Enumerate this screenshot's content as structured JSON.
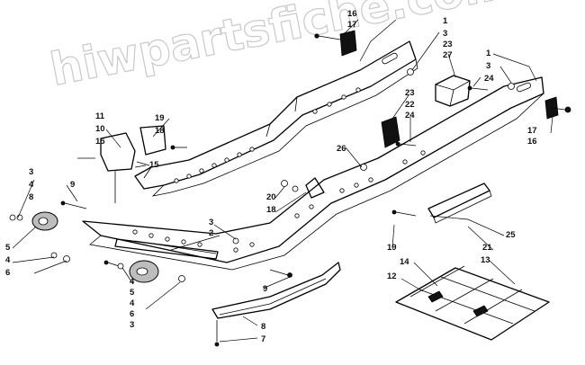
{
  "watermark": "hiwpartsfiche.com",
  "callouts": [
    {
      "id": "c16a",
      "text": "16"
    },
    {
      "id": "c17a",
      "text": "17"
    },
    {
      "id": "c1a",
      "text": "1"
    },
    {
      "id": "c3a",
      "text": "3"
    },
    {
      "id": "c23a",
      "text": "23"
    },
    {
      "id": "c27",
      "text": "27"
    },
    {
      "id": "c24a",
      "text": "24"
    },
    {
      "id": "c1b",
      "text": "1"
    },
    {
      "id": "c3b",
      "text": "3"
    },
    {
      "id": "c23b",
      "text": "23"
    },
    {
      "id": "c22",
      "text": "22"
    },
    {
      "id": "c24b",
      "text": "24"
    },
    {
      "id": "c17b",
      "text": "17"
    },
    {
      "id": "c16b",
      "text": "16"
    },
    {
      "id": "c11",
      "text": "11"
    },
    {
      "id": "c10",
      "text": "10"
    },
    {
      "id": "c15a",
      "text": "15"
    },
    {
      "id": "c19a",
      "text": "19"
    },
    {
      "id": "c18a",
      "text": "18"
    },
    {
      "id": "c15b",
      "text": "15"
    },
    {
      "id": "c26",
      "text": "26"
    },
    {
      "id": "c3c",
      "text": "3"
    },
    {
      "id": "c4a",
      "text": "4"
    },
    {
      "id": "c8a",
      "text": "8"
    },
    {
      "id": "c9a",
      "text": "9"
    },
    {
      "id": "c20",
      "text": "20"
    },
    {
      "id": "c18b",
      "text": "18"
    },
    {
      "id": "c3d",
      "text": "3"
    },
    {
      "id": "c2",
      "text": "2"
    },
    {
      "id": "c25",
      "text": "25"
    },
    {
      "id": "c21",
      "text": "21"
    },
    {
      "id": "c5a",
      "text": "5"
    },
    {
      "id": "c4b",
      "text": "4"
    },
    {
      "id": "c6a",
      "text": "6"
    },
    {
      "id": "c19b",
      "text": "19"
    },
    {
      "id": "c14",
      "text": "14"
    },
    {
      "id": "c13",
      "text": "13"
    },
    {
      "id": "c12",
      "text": "12"
    },
    {
      "id": "c4c",
      "text": "4"
    },
    {
      "id": "c5b",
      "text": "5"
    },
    {
      "id": "c4d",
      "text": "4"
    },
    {
      "id": "c6b",
      "text": "6"
    },
    {
      "id": "c3e",
      "text": "3"
    },
    {
      "id": "c9b",
      "text": "9"
    },
    {
      "id": "c8b",
      "text": "8"
    },
    {
      "id": "c7",
      "text": "7"
    }
  ]
}
